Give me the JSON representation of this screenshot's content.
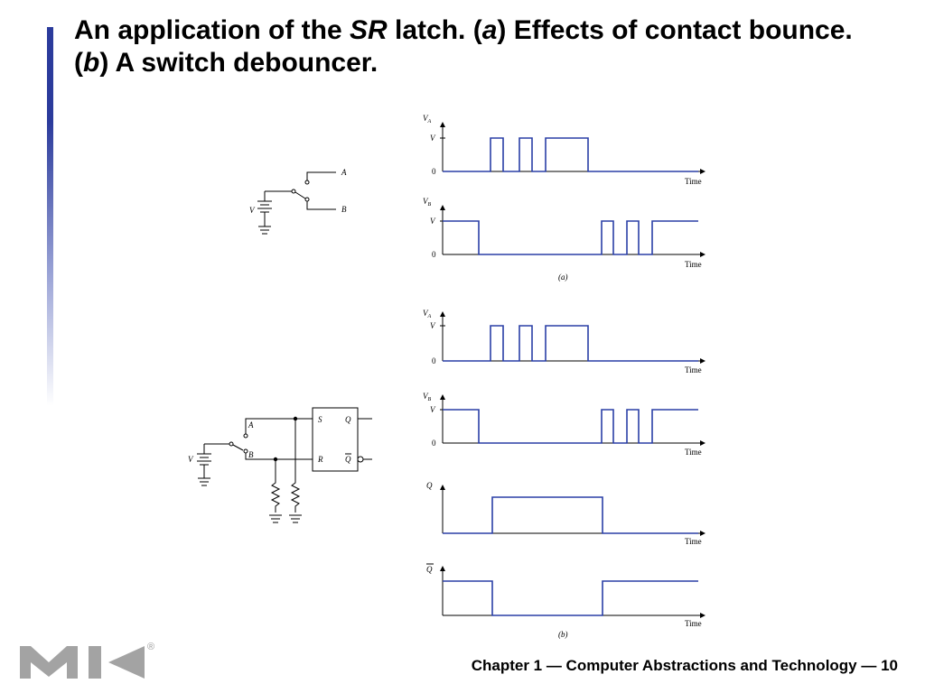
{
  "title": {
    "part1": "An application of the ",
    "sr": "SR",
    "part2": " latch. (",
    "a": "a",
    "part3": ") Effects of contact bounce. (",
    "b": "b",
    "part4": ") A switch debouncer."
  },
  "footer": "Chapter 1 — Computer Abstractions and Technology — 10",
  "logo_reg": "®",
  "colors": {
    "accent": "#2b3b9c",
    "waveform": "#2a3fa6",
    "logo": "#a3a3a3"
  },
  "diagram": {
    "circuit_a": {
      "v_label": "V",
      "a_label": "A",
      "b_label": "B"
    },
    "circuit_b": {
      "v_label": "V",
      "a_label": "A",
      "b_label": "B",
      "s_label": "S",
      "r_label": "R",
      "q_label": "Q",
      "qbar_label": "Q"
    },
    "waveform_labels": {
      "va": "V",
      "va_sub": "A",
      "vb": "V",
      "vb_sub": "B",
      "v_level": "V",
      "zero": "0",
      "time": "Time",
      "q": "Q",
      "qbar": "Q"
    },
    "captions": {
      "a": "(a)",
      "b": "(b)"
    }
  }
}
